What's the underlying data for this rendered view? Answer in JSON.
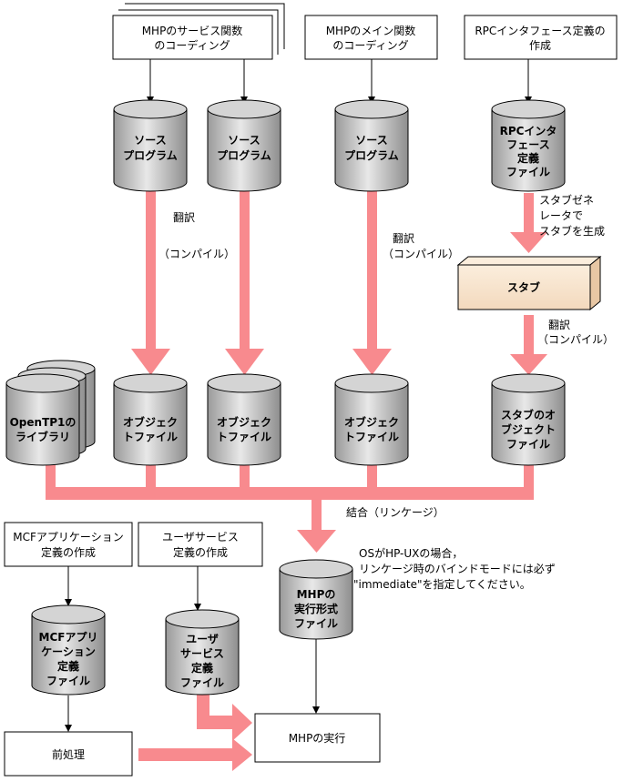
{
  "boxes": {
    "mhp_service_coding": [
      "MHPのサービス関数",
      "のコーディング"
    ],
    "mhp_main_coding": [
      "MHPのメイン関数",
      "のコーディング"
    ],
    "rpc_interface_def": [
      "RPCインタフェース定義の",
      "作成"
    ],
    "mcf_app_def": [
      "MCFアプリケーション",
      "定義の作成"
    ],
    "user_service_def": [
      "ユーザサービス",
      "定義の作成"
    ],
    "preprocess": "前処理",
    "mhp_run": "MHPの実行",
    "stub": "スタブ"
  },
  "cylinders": {
    "src1": [
      "ソース",
      "プログラム"
    ],
    "src2": [
      "ソース",
      "プログラム"
    ],
    "src3": [
      "ソース",
      "プログラム"
    ],
    "rpc_def_file": [
      "RPCインタ",
      "フェース",
      "定義",
      "ファイル"
    ],
    "openTP1_lib": [
      "OpenTP1の",
      "ライブラリ"
    ],
    "obj1": [
      "オブジェク",
      "トファイル"
    ],
    "obj2": [
      "オブジェク",
      "トファイル"
    ],
    "obj3": [
      "オブジェク",
      "トファイル"
    ],
    "stub_obj": [
      "スタブのオ",
      "ブジェクト",
      "ファイル"
    ],
    "mhp_exec": [
      "MHPの",
      "実行形式",
      "ファイル"
    ],
    "mcf_def_file": [
      "MCFアプリ",
      "ケーション",
      "定義",
      "ファイル"
    ],
    "user_def_file": [
      "ユーザ",
      "サービス",
      "定義",
      "ファイル"
    ]
  },
  "labels": {
    "compile1": [
      "翻訳",
      "（コンパイル）"
    ],
    "compile2": [
      "翻訳",
      "（コンパイル）"
    ],
    "compile3": [
      "翻訳",
      "（コンパイル）"
    ],
    "stub_gen": [
      "スタブゼネ",
      "レータで",
      "スタブを生成"
    ],
    "link": "結合（リンケージ）",
    "note": [
      "OSがHP-UXの場合，",
      "リンケージ時のバインドモードには必ず",
      "\"immediate\"を指定してください。"
    ]
  },
  "colors": {
    "arrow": "#f88a8e",
    "stub_fill": "#f7e2cb",
    "cylinder": "#cfcfcf"
  }
}
